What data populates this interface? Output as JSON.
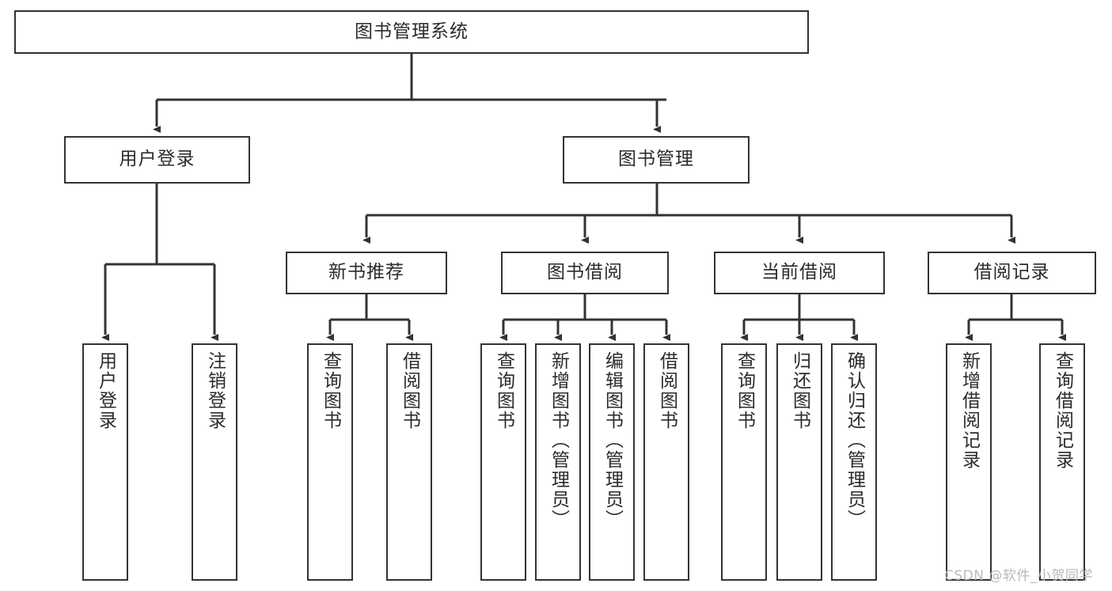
{
  "diagram": {
    "type": "hierarchy-tree",
    "title": "图书管理系统",
    "watermark": "CSDN @软件_小贺同学",
    "colors": {
      "box_border": "#333333",
      "box_fill": "#ffffff",
      "connector": "#333333",
      "text": "#2b2b2b",
      "watermark": "#b9b9b9",
      "background": "#ffffff"
    },
    "levels": {
      "root": {
        "label": "图书管理系统"
      },
      "level2": [
        {
          "id": "user-login",
          "label": "用户登录"
        },
        {
          "id": "book-management",
          "label": "图书管理"
        }
      ],
      "level3": [
        {
          "id": "new-book-recommend",
          "label": "新书推荐",
          "parent": "book-management"
        },
        {
          "id": "book-borrow",
          "label": "图书借阅",
          "parent": "book-management"
        },
        {
          "id": "current-borrow",
          "label": "当前借阅",
          "parent": "book-management"
        },
        {
          "id": "borrow-record",
          "label": "借阅记录",
          "parent": "book-management"
        }
      ],
      "leaves": [
        {
          "id": "leaf-user-login",
          "label": "用户登录",
          "parent": "user-login"
        },
        {
          "id": "leaf-logout-login",
          "label": "注销登录",
          "parent": "user-login"
        },
        {
          "id": "leaf-query-books-recommend",
          "label": "查询图书",
          "parent": "new-book-recommend"
        },
        {
          "id": "leaf-borrow-books-recommend",
          "label": "借阅图书",
          "parent": "new-book-recommend"
        },
        {
          "id": "leaf-query-books-borrow",
          "label": "查询图书",
          "parent": "book-borrow"
        },
        {
          "id": "leaf-add-book-admin",
          "label": "新增图书（管理员）",
          "parent": "book-borrow"
        },
        {
          "id": "leaf-edit-book-admin",
          "label": "编辑图书（管理员）",
          "parent": "book-borrow"
        },
        {
          "id": "leaf-borrow-books",
          "label": "借阅图书",
          "parent": "book-borrow"
        },
        {
          "id": "leaf-query-books-current",
          "label": "查询图书",
          "parent": "current-borrow"
        },
        {
          "id": "leaf-return-books",
          "label": "归还图书",
          "parent": "current-borrow"
        },
        {
          "id": "leaf-confirm-return-admin",
          "label": "确认归还（管理员）",
          "parent": "current-borrow"
        },
        {
          "id": "leaf-add-borrow-record",
          "label": "新增借阅记录",
          "parent": "borrow-record"
        },
        {
          "id": "leaf-query-borrow-record",
          "label": "查询借阅记录",
          "parent": "borrow-record"
        }
      ]
    }
  }
}
